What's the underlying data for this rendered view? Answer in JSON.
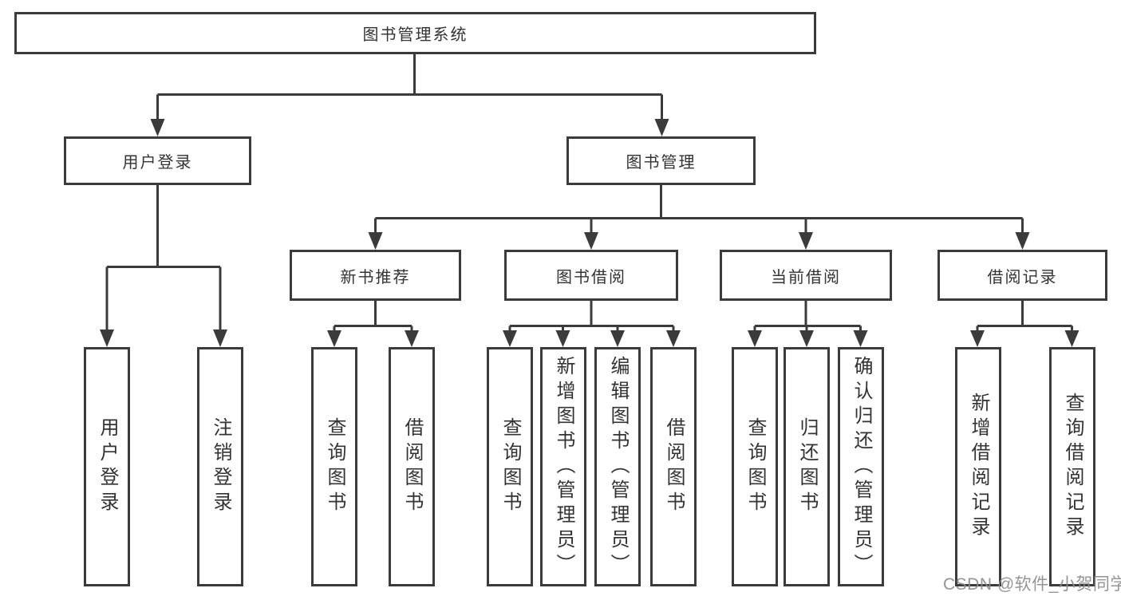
{
  "diagram_type": "hierarchy-tree",
  "tree": {
    "label": "图书管理系统",
    "children": [
      {
        "label": "用户登录",
        "children": [
          {
            "label": "用户登录"
          },
          {
            "label": "注销登录"
          }
        ]
      },
      {
        "label": "图书管理",
        "children": [
          {
            "label": "新书推荐",
            "children": [
              {
                "label": "查询图书"
              },
              {
                "label": "借阅图书"
              }
            ]
          },
          {
            "label": "图书借阅",
            "children": [
              {
                "label": "查询图书"
              },
              {
                "label": "新增图书（管理员）"
              },
              {
                "label": "编辑图书（管理员）"
              },
              {
                "label": "借阅图书"
              }
            ]
          },
          {
            "label": "当前借阅",
            "children": [
              {
                "label": "查询图书"
              },
              {
                "label": "归还图书"
              },
              {
                "label": "确认归还（管理员）"
              }
            ]
          },
          {
            "label": "借阅记录",
            "children": [
              {
                "label": "新增借阅记录"
              },
              {
                "label": "查询借阅记录"
              }
            ]
          }
        ]
      }
    ]
  },
  "watermark": {
    "text": "CSDN @软件_小贺同学"
  },
  "colors": {
    "line": "#3b3b3b",
    "box_border": "#3b3b3b",
    "text": "#333333",
    "background": "#ffffff",
    "watermark": "#8c8c8c"
  }
}
